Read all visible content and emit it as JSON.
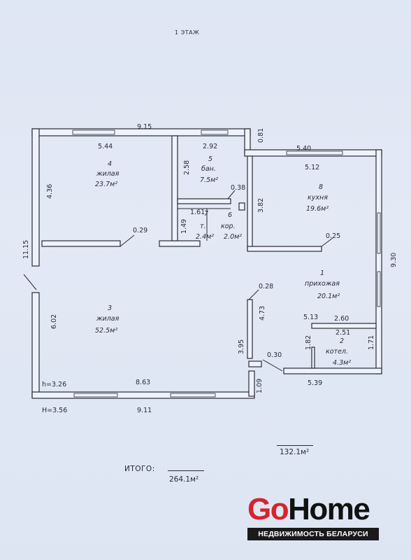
{
  "floor": "1 ЭТАЖ",
  "dimensions": {
    "top_total": "9.15",
    "room4_top": "5.44",
    "room5_top": "2.92",
    "step_w": "0.81",
    "kitchen_top_outer": "5.40",
    "kitchen_top_inner": "5.12",
    "left_upper": "4.36",
    "left_total": "11.15",
    "bath_h": "2.58",
    "kitchen_h": "3.82",
    "bath_small": "0.38",
    "toilet_w": "1.61",
    "toilet_h": "1.49",
    "partition4": "0.29",
    "partition8": "0.25",
    "right_total": "9.30",
    "hall_col": "0.28",
    "room3_h": "6.02",
    "hall_h": "4.73",
    "hall_w": "5.13",
    "boiler_top_outer": "2.60",
    "boiler_top_inner": "2.51",
    "boiler_h": "1.82",
    "boiler_right": "1.71",
    "step_h": "3.95",
    "step_d": "0.30",
    "bottom_right": "5.39",
    "step_small": "1.09",
    "h_inner": "h=3.26",
    "room3_bottom": "8.63",
    "bottom_total": "9.11",
    "H_outer": "H=3.56"
  },
  "rooms": [
    {
      "num": "4",
      "name": "жилая",
      "area": "23.7м²"
    },
    {
      "num": "5",
      "name": "бан.",
      "area": "7.5м²"
    },
    {
      "num": "7",
      "name": "т.",
      "area": "2.4м²"
    },
    {
      "num": "6",
      "name": "кор.",
      "area": "2.0м²"
    },
    {
      "num": "8",
      "name": "кухня",
      "area": "19.6м²"
    },
    {
      "num": "1",
      "name": "прихожая",
      "area": "20.1м²"
    },
    {
      "num": "3",
      "name": "жилая",
      "area": "52.5м²"
    },
    {
      "num": "2",
      "name": "котел.",
      "area": "4.3м²"
    }
  ],
  "floor_area": "132.1м²",
  "total_label": "ИТОГО:",
  "total_area": "264.1м²",
  "logo": {
    "go": "Go",
    "home": "Home",
    "tagline": "НЕДВИЖИМОСТЬ БЕЛАРУСИ"
  }
}
